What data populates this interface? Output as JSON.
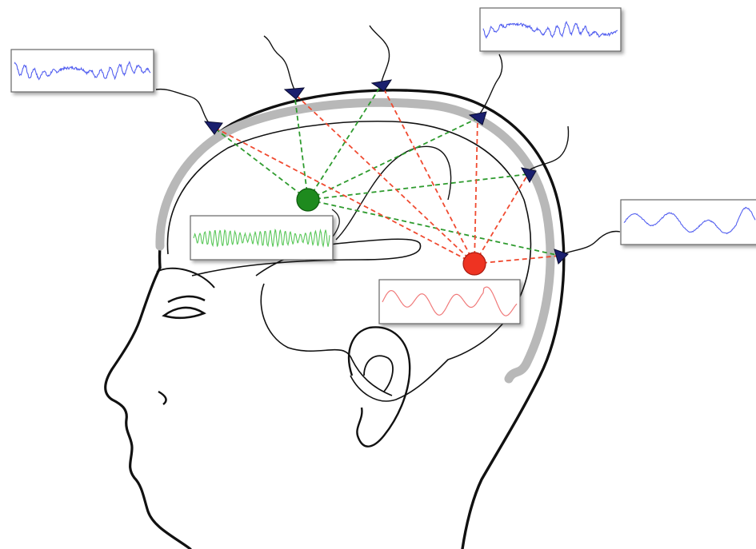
{
  "diagram": {
    "colors": {
      "outline": "#111111",
      "skull_band": "#b8b8b8",
      "electrode_fill": "#1a1f6e",
      "scalp_signal": "#5561f0",
      "source_a": "#1e8a1e",
      "source_a_signal": "#59c759",
      "source_b": "#ee3322",
      "source_b_signal": "#f07a7a",
      "projection_a": "#2e9b2e",
      "projection_b": "#f04a30",
      "panel_border": "#666666"
    },
    "electrodes": [
      {
        "id": "e1"
      },
      {
        "id": "e2"
      },
      {
        "id": "e3"
      },
      {
        "id": "e4"
      },
      {
        "id": "e5"
      },
      {
        "id": "e6"
      }
    ],
    "sources": [
      {
        "id": "green",
        "signal": "high-frequency"
      },
      {
        "id": "red",
        "signal": "low-frequency"
      }
    ],
    "scalp_recordings": [
      {
        "id": "rec1",
        "style": "mixed-fast"
      },
      {
        "id": "rec2",
        "style": "mixed-fast"
      },
      {
        "id": "rec3",
        "style": "mixed-slow"
      }
    ]
  }
}
